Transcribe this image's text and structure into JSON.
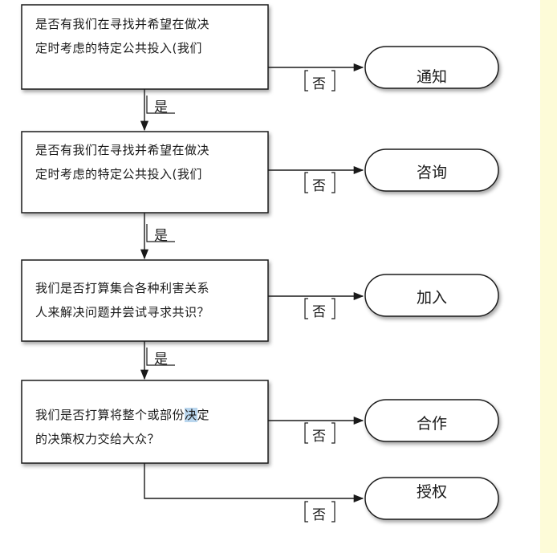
{
  "questions": [
    {
      "line1": "是否有我们在寻找并希望在做决",
      "line2": "定时考虑的特定公共投入(我们"
    },
    {
      "line1": "是否有我们在寻找并希望在做决",
      "line2": "定时考虑的特定公共投入(我们"
    },
    {
      "line1": "我们是否打算集合各种利害关系",
      "line2": "人来解决问题并尝试寻求共识？"
    },
    {
      "line1_a": "我们是否打算将整个或部份",
      "line1_hl": "决",
      "line1_b": "定",
      "line2": "的决策权力交给大众？"
    }
  ],
  "outcomes": [
    "通知",
    "咨询",
    "加入",
    "合作",
    "授权"
  ],
  "labels": {
    "no": "否",
    "yes": "是"
  },
  "colors": {
    "box_fill": "#ffffff",
    "stroke": "#1a1a1a",
    "highlight": "#b9d6ee",
    "side_strip": "#fdfbd8"
  }
}
